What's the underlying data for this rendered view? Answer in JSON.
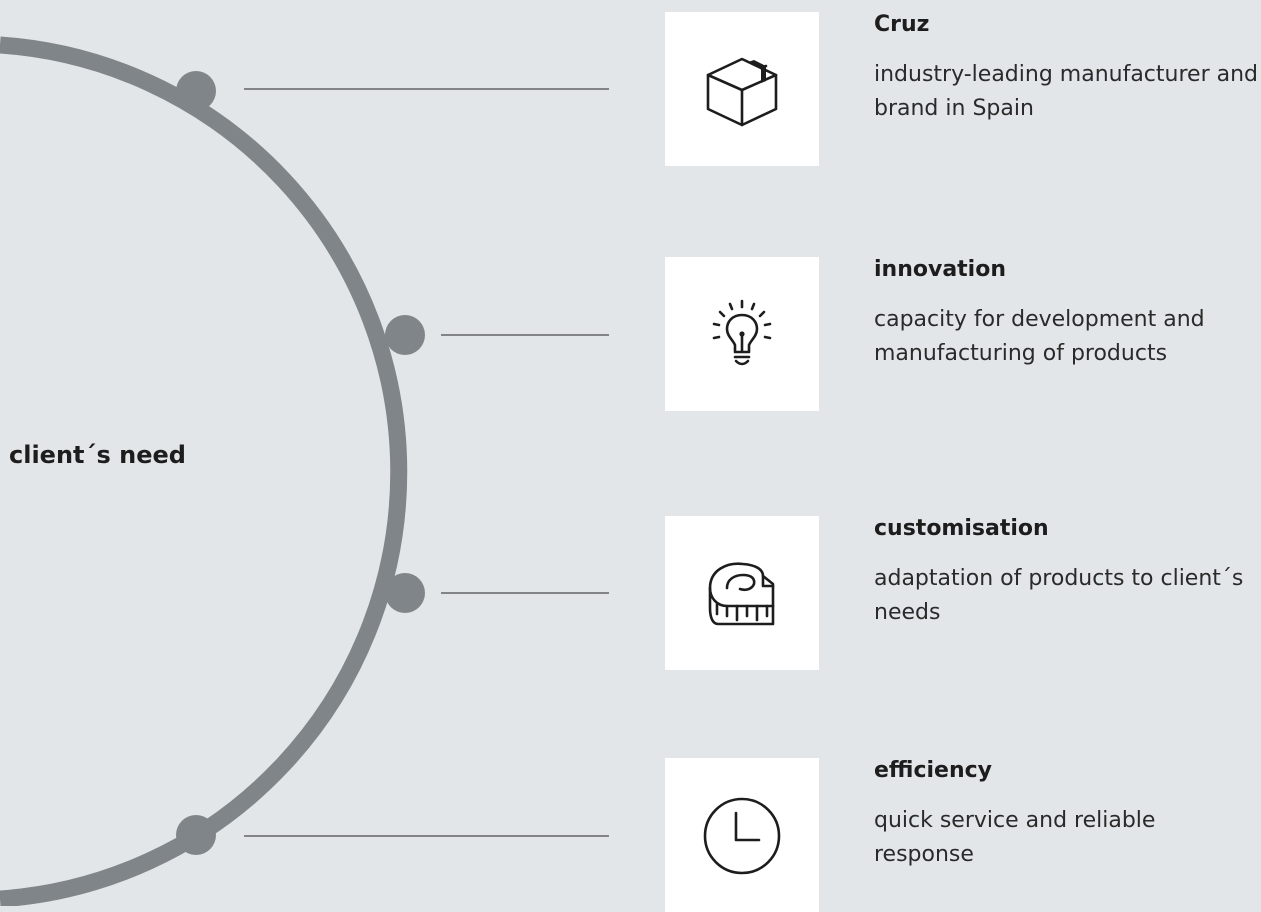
{
  "center": {
    "label": "client´s need"
  },
  "colors": {
    "background": "#e3e6e8",
    "arc": "#808589",
    "connector": "#4a4a4a",
    "icon_bg": "#ffffff",
    "text": "#1d1d1d"
  },
  "features": [
    {
      "icon": "package-box-icon",
      "title": "Cruz",
      "description": "industry-leading manufacturer and brand in Spain"
    },
    {
      "icon": "lightbulb-icon",
      "title": "innovation",
      "description": "capacity for development and manufacturing of products"
    },
    {
      "icon": "measuring-tape-icon",
      "title": "customisation",
      "description": "adaptation of products to client´s needs"
    },
    {
      "icon": "clock-icon",
      "title": "efficiency",
      "description": "quick service and reliable response"
    }
  ]
}
